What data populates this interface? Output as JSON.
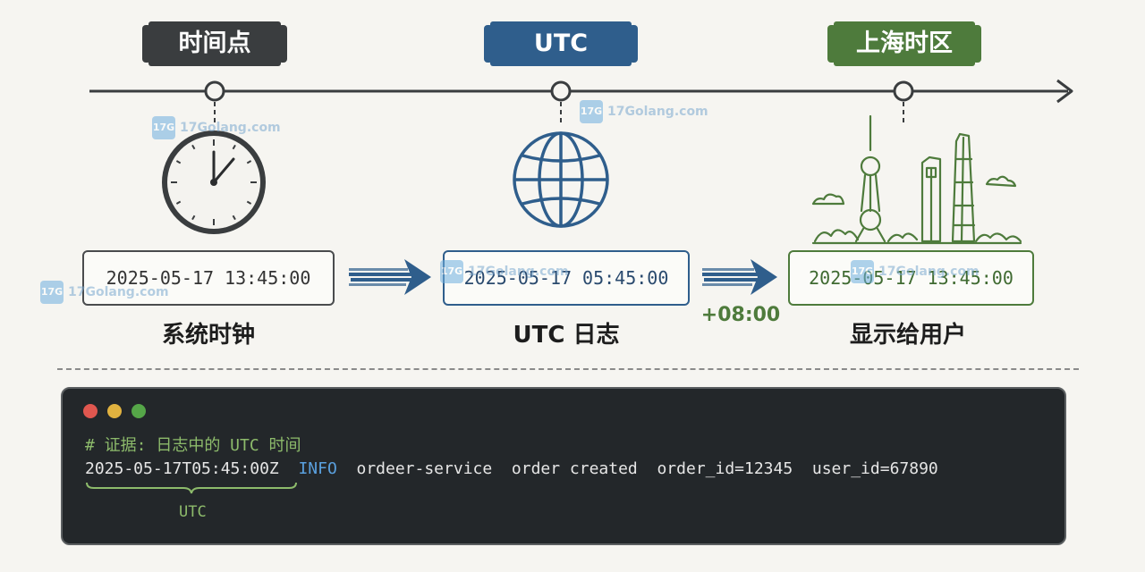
{
  "labels": {
    "time_point": "时间点",
    "utc": "UTC",
    "shanghai_tz": "上海时区"
  },
  "boxes": {
    "system_clock": "2025-05-17 13:45:00",
    "utc_log": "2025-05-17 05:45:00",
    "display_user": "2025-05-17 13:45:00"
  },
  "captions": {
    "system_clock": "系统时钟",
    "utc_log": "UTC 日志",
    "display_user": "显示给用户"
  },
  "offset": "+08:00",
  "terminal": {
    "comment": "# 证据: 日志中的 UTC 时间",
    "timestamp": "2025-05-17T05:45:00Z",
    "level": "INFO",
    "service": "ordeer-service",
    "message": "order created",
    "order_id": "order_id=12345",
    "user_id": "user_id=67890",
    "brace_label": "UTC"
  },
  "watermark": "17Golang.com",
  "icons": {
    "clock": "clock-icon",
    "globe": "globe-icon",
    "skyline": "shanghai-skyline-icon",
    "arrow": "right-arrow-icon"
  },
  "colors": {
    "gray": "#3a3d3f",
    "blue": "#2f5e8c",
    "green": "#4e7b3c",
    "terminal_bg": "#23272a"
  }
}
